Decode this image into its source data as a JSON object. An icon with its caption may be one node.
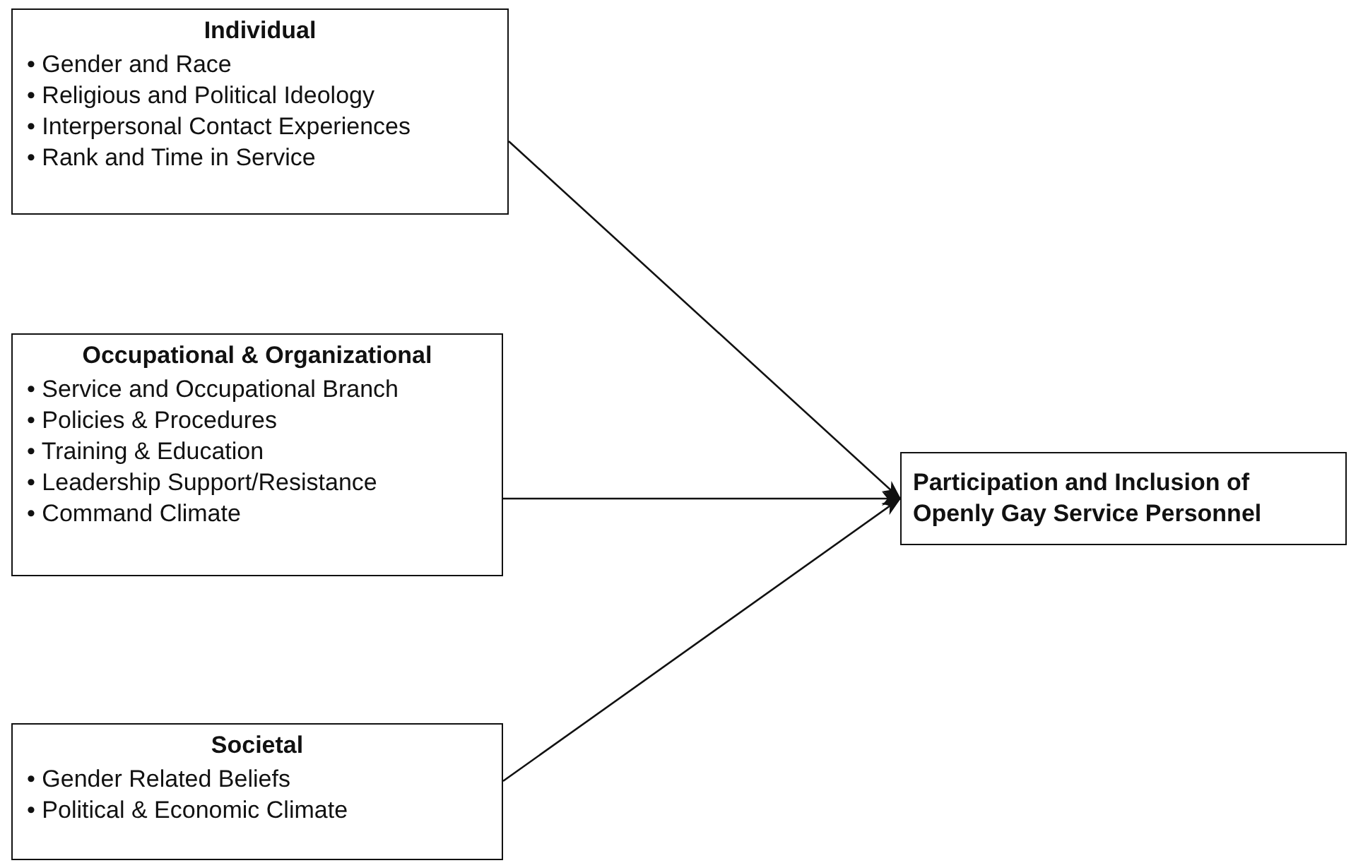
{
  "diagram": {
    "nodes": [
      {
        "text": [
          "Individual",
          "• Gender and Race",
          "• Religious and Political Ideology",
          "• Interpersonal Contact Experiences",
          "• Rank and Time in Service"
        ]
      },
      {
        "text": [
          "Occupational & Organizational",
          "• Service and Occupational Branch",
          "• Policies & Procedures",
          "• Training & Education",
          "• Leadership Support/Resistance",
          "• Command Climate"
        ]
      },
      {
        "text": [
          "Societal",
          "• Gender Related Beliefs",
          "• Political & Economic Climate"
        ]
      },
      {
        "text": [
          "Participation and Inclusion of Openly Gay Service Personnel"
        ]
      }
    ],
    "edges": [
      {
        "from": 0,
        "to": 3,
        "arrow": "to"
      },
      {
        "from": 1,
        "to": 3,
        "arrow": "to"
      },
      {
        "from": 2,
        "to": 3,
        "arrow": "to"
      }
    ]
  }
}
